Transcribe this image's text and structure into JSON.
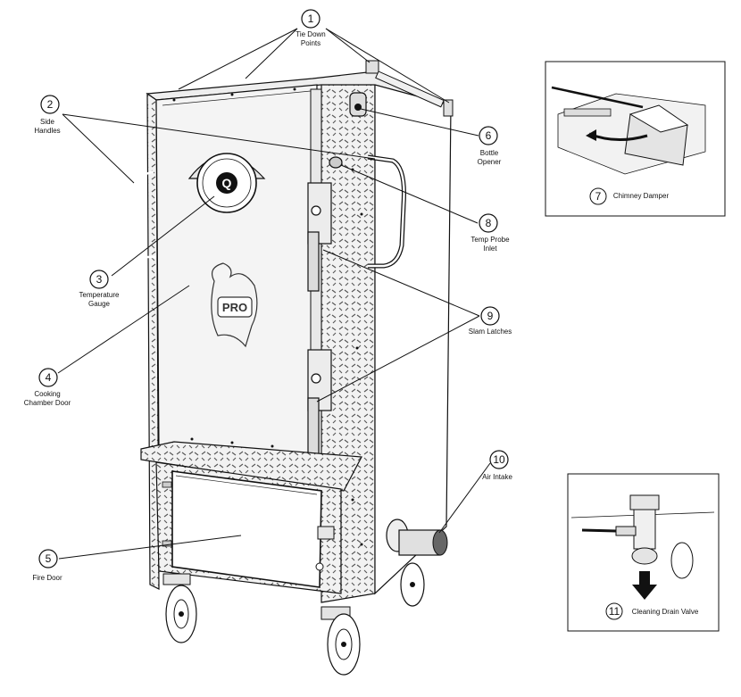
{
  "callouts": [
    {
      "number": "1",
      "label_lines": [
        "Tie Down",
        "Points"
      ]
    },
    {
      "number": "2",
      "label_lines": [
        "Side",
        "Handles"
      ]
    },
    {
      "number": "3",
      "label_lines": [
        "Temperature",
        "Gauge"
      ]
    },
    {
      "number": "4",
      "label_lines": [
        "Cooking",
        "Chamber Door"
      ]
    },
    {
      "number": "5",
      "label_lines": [
        "Fire Door"
      ]
    },
    {
      "number": "6",
      "label_lines": [
        "Bottle",
        "Opener"
      ]
    },
    {
      "number": "7",
      "label_lines": [
        "Chimney Damper"
      ]
    },
    {
      "number": "8",
      "label_lines": [
        "Temp Probe",
        "Inlet"
      ]
    },
    {
      "number": "9",
      "label_lines": [
        "Slam Latches"
      ]
    },
    {
      "number": "10",
      "label_lines": [
        "Air Intake"
      ]
    },
    {
      "number": "11",
      "label_lines": [
        "Cleaning Drain Valve"
      ]
    }
  ],
  "logo": {
    "text": "PRO",
    "gauge_letter": "Q"
  }
}
